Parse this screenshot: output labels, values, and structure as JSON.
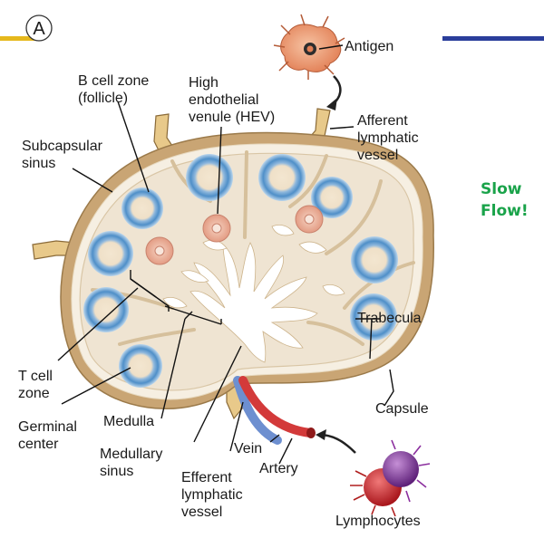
{
  "panel": {
    "letter": "A"
  },
  "labels": {
    "antigen": "Antigen",
    "b_cell_zone": [
      "B cell zone",
      "(follicle)"
    ],
    "hev": [
      "High",
      "endothelial",
      "venule (HEV)"
    ],
    "afferent": [
      "Afferent",
      "lymphatic",
      "vessel"
    ],
    "subcapsular": [
      "Subcapsular",
      "sinus"
    ],
    "trabecula": "Trabecula",
    "t_cell_zone": [
      "T cell",
      "zone"
    ],
    "germinal_center": [
      "Germinal",
      "center"
    ],
    "medulla": "Medulla",
    "medullary_sinus": [
      "Medullary",
      "sinus"
    ],
    "vein": "Vein",
    "artery": "Artery",
    "efferent": [
      "Efferent",
      "lymphatic",
      "vessel"
    ],
    "capsule": "Capsule",
    "lymphocytes": "Lymphocytes"
  },
  "side_note": [
    "Slow",
    "Flow!"
  ],
  "colors": {
    "capsule": "#c9a574",
    "interior": "#efe4d2",
    "follicle_ring": "#5e9bcf",
    "hev": "#e9a38d",
    "vein": "#6d8fd0",
    "artery": "#d33a3a",
    "lymph_vessel": "#e8c98a",
    "accent_blue": "#2a3e9b",
    "accent_yellow": "#e6b81c",
    "side_note": "#1aa34a"
  }
}
